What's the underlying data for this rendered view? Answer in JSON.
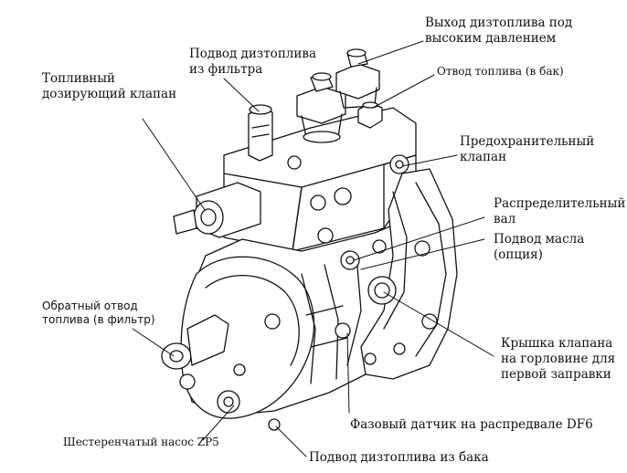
{
  "labels": {
    "hp_outlet": [
      "Выход дизтоплива под",
      "высоким давлением"
    ],
    "filter_inlet": [
      "Подвод дизтоплива",
      "из фильтра"
    ],
    "return_tank": [
      "Отвод топлива (в бак)"
    ],
    "metering_valve": [
      "Топливный",
      "дозирующий клапан"
    ],
    "safety_valve": [
      "Предохранительный",
      "клапан"
    ],
    "camshaft": [
      "Распределительный",
      "вал"
    ],
    "oil_inlet": [
      "Подвод масла",
      "(опция)"
    ],
    "return_filter": [
      "Обратный отвод",
      "топлива (в фильтр)"
    ],
    "filler_cap": [
      "Крышка клапана",
      "на горловине для",
      "первой заправки"
    ],
    "phase_sensor": [
      "Фазовый датчик на распредвале DF6"
    ],
    "gear_pump": [
      "Шестеренчатый насос ZP5"
    ],
    "tank_inlet": [
      "Подвод дизтоплива из бака"
    ]
  },
  "colors": {
    "ink": "#111111",
    "paper": "#ffffff"
  }
}
